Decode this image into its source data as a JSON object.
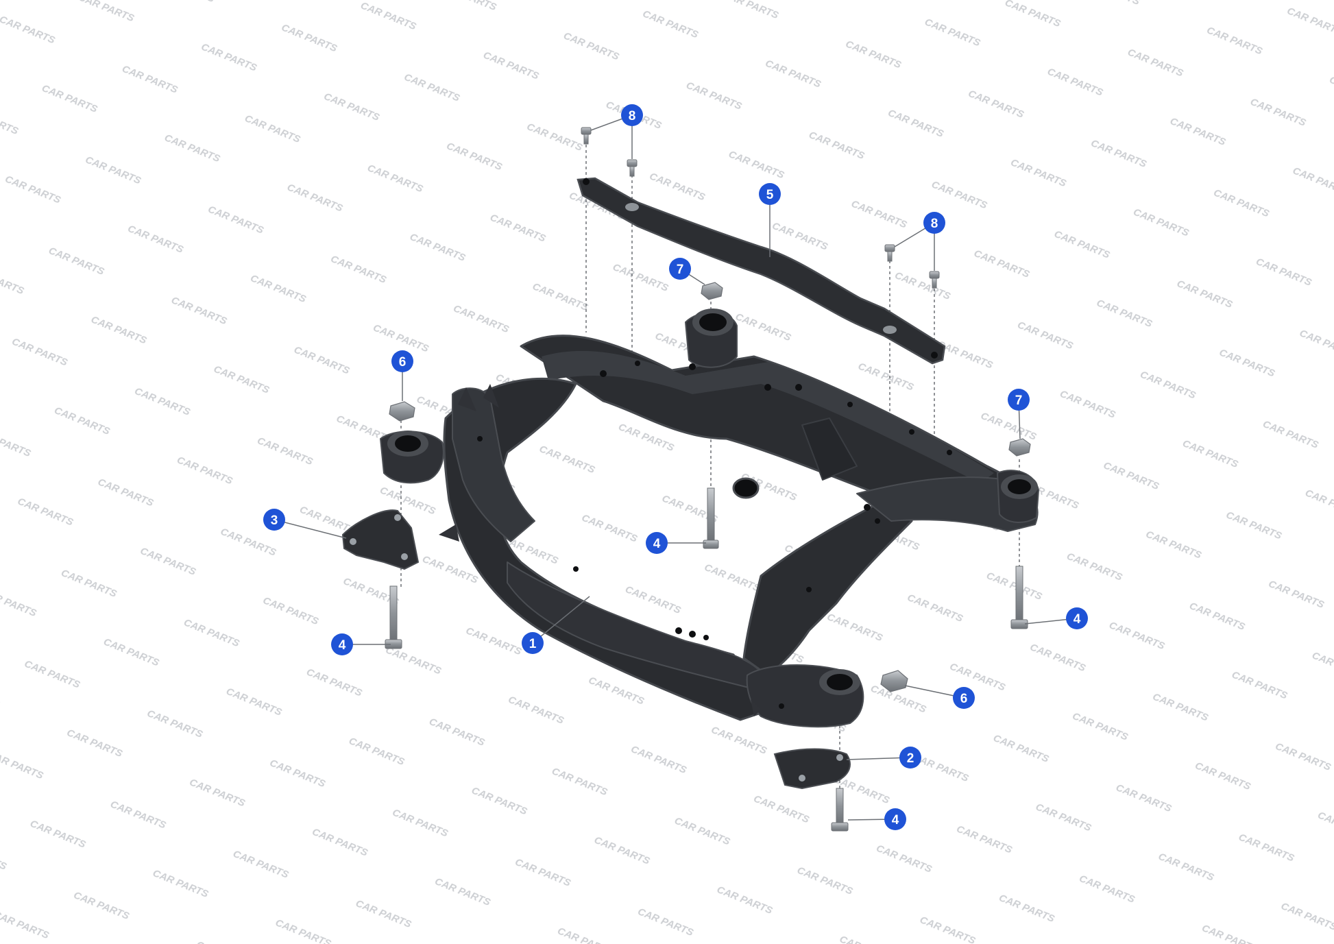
{
  "page": {
    "background": "#ffffff"
  },
  "watermark": {
    "text": "CAR PARTS",
    "color": "#b9bcc0"
  },
  "style": {
    "callout_fill": "#1f53d6",
    "callout_text": "#ffffff",
    "part_color": "#2a2c30",
    "part_edge": "#4a4d52",
    "hole_color": "#0e0f11",
    "bolt_color": "#9aa0a6",
    "leader_color": "#6b6f74"
  },
  "callouts": {
    "c1": "1",
    "c2": "2",
    "c3": "3",
    "c4": "4",
    "c5": "5",
    "c6": "6",
    "c7": "7",
    "c8": "8"
  }
}
